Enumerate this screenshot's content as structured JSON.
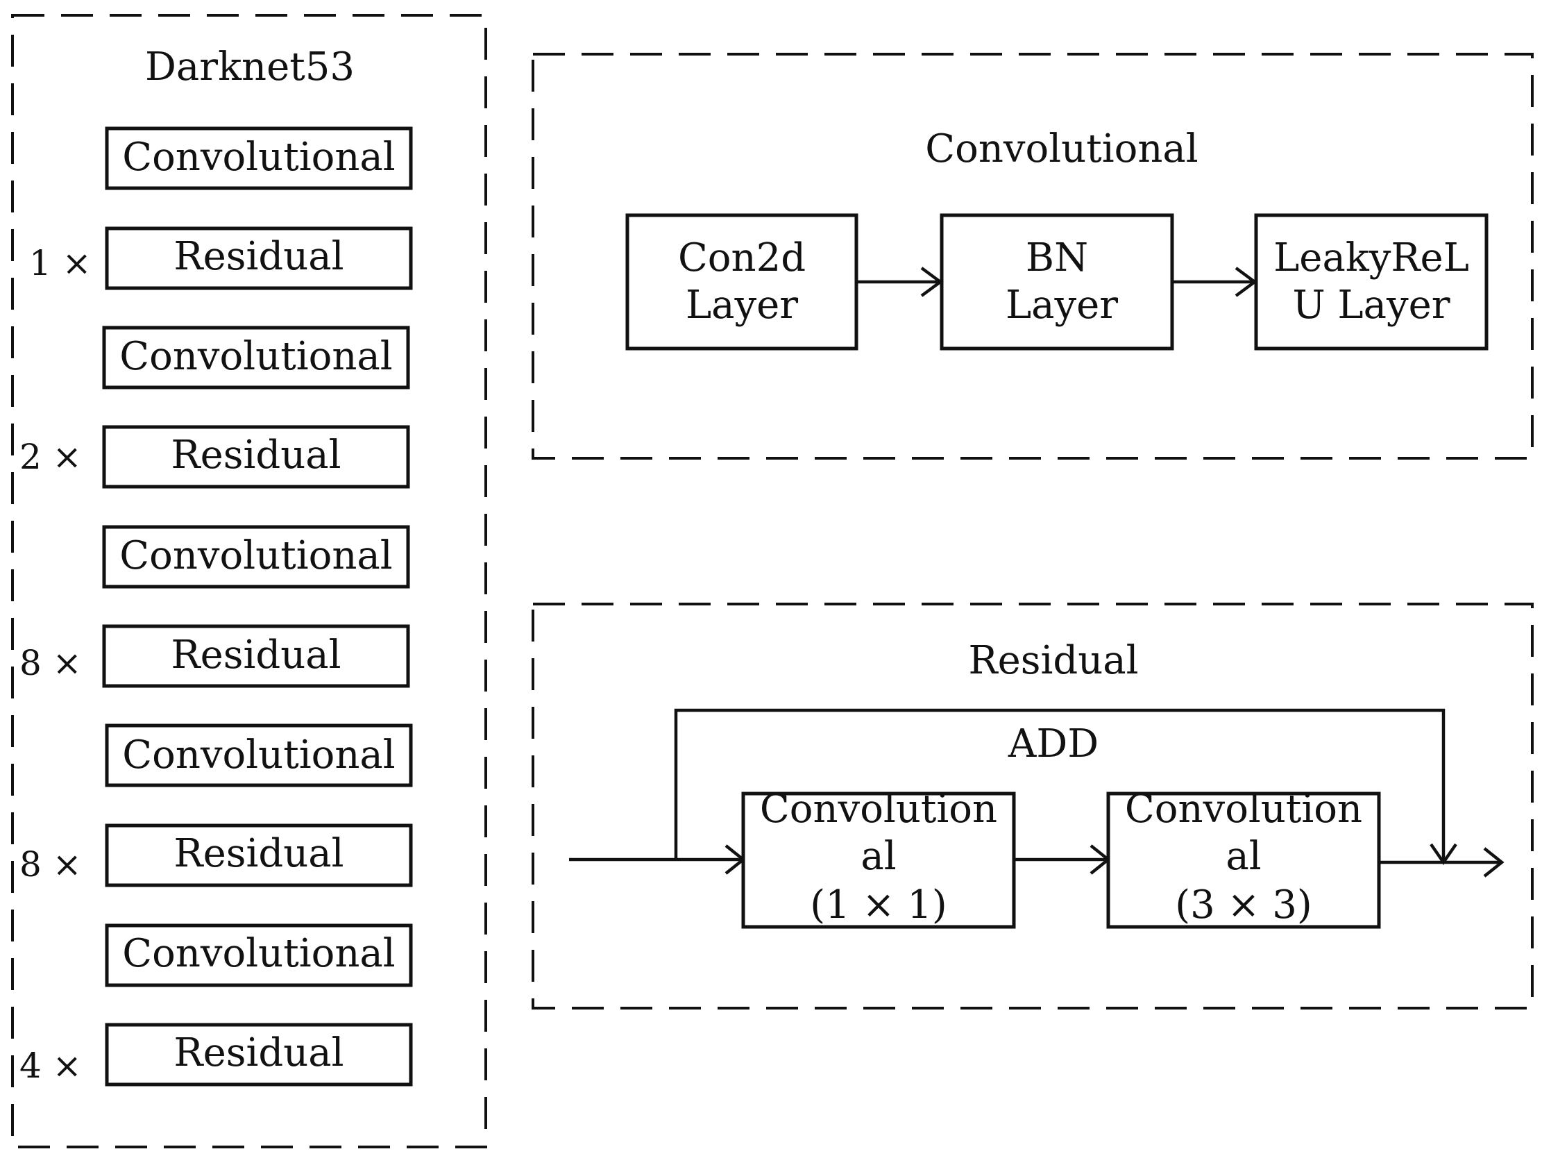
{
  "backbone": {
    "title": "Darknet53",
    "blocks": [
      {
        "label": "Convolutional",
        "repeat": ""
      },
      {
        "label": "Residual",
        "repeat": "1 ×"
      },
      {
        "label": "Convolutional",
        "repeat": ""
      },
      {
        "label": "Residual",
        "repeat": "2 ×"
      },
      {
        "label": "Convolutional",
        "repeat": ""
      },
      {
        "label": "Residual",
        "repeat": "8 ×"
      },
      {
        "label": "Convolutional",
        "repeat": ""
      },
      {
        "label": "Residual",
        "repeat": "8 ×"
      },
      {
        "label": "Convolutional",
        "repeat": ""
      },
      {
        "label": "Residual",
        "repeat": "4 ×"
      }
    ]
  },
  "convolutional_panel": {
    "title": "Convolutional",
    "layers": [
      {
        "line1": "Con2d",
        "line2": "Layer"
      },
      {
        "line1": "BN",
        "line2": "Layer"
      },
      {
        "line1": "LeakyReL",
        "line2": "U Layer"
      }
    ]
  },
  "residual_panel": {
    "title": "Residual",
    "skip_label": "ADD",
    "blocks": [
      {
        "line1": "Convolution",
        "line2": "al",
        "line3": "(1 × 1)"
      },
      {
        "line1": "Convolution",
        "line2": "al",
        "line3": "(3 × 3)"
      }
    ]
  }
}
